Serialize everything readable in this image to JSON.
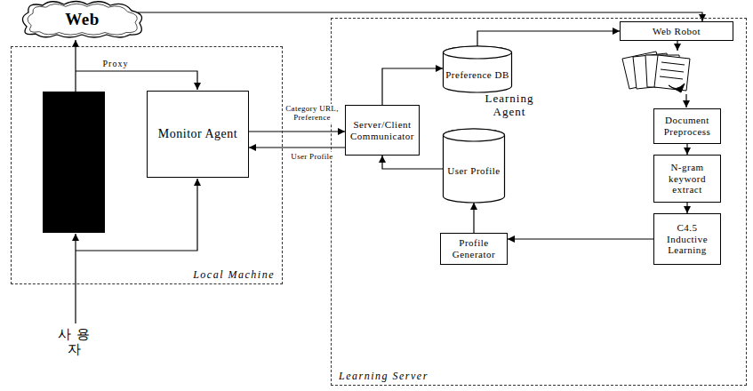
{
  "diagram": {
    "nodes": [
      {
        "text": [
          "Web"
        ]
      },
      {
        "text": [
          "Local Machine"
        ]
      },
      {
        "text": [
          "Monitor Agent"
        ],
        "in": 1
      },
      {
        "text": [
          "Learning Server"
        ]
      },
      {
        "text": [
          "Server/Client Communicator"
        ],
        "in": 3
      },
      {
        "text": [
          "Preference DB"
        ],
        "in": 3
      },
      {
        "text": [
          "Web Robot"
        ],
        "in": 3
      },
      {
        "text": [
          "User Profile"
        ],
        "in": 3
      },
      {
        "text": [
          "Profile Generator"
        ],
        "in": 3
      },
      {
        "text": [
          "Document Preprocess"
        ],
        "in": 3
      },
      {
        "text": [
          "N-gram keyword extract"
        ],
        "in": 3
      },
      {
        "text": [
          "C4.5 Inductive Learning"
        ],
        "in": 3
      }
    ],
    "edges": [
      {
        "from": 0,
        "to": 6,
        "arrow": "to"
      },
      {
        "from": 2,
        "to": 4,
        "label": "Category URL, Preference",
        "arrow": "to"
      },
      {
        "from": 4,
        "to": 2,
        "label": "User Profile",
        "arrow": "to"
      },
      {
        "from": 4,
        "to": 5,
        "arrow": "to"
      },
      {
        "from": 5,
        "to": 6,
        "arrow": "to"
      },
      {
        "from": 7,
        "to": 4,
        "arrow": "to"
      },
      {
        "from": 8,
        "to": 7,
        "arrow": "to"
      },
      {
        "from": 11,
        "to": 8,
        "arrow": "to"
      },
      {
        "from": 9,
        "to": 10,
        "arrow": "to"
      },
      {
        "from": 10,
        "to": 11,
        "arrow": "to"
      }
    ],
    "labels": [
      "Proxy",
      "Learning Agent",
      "사용자"
    ]
  }
}
